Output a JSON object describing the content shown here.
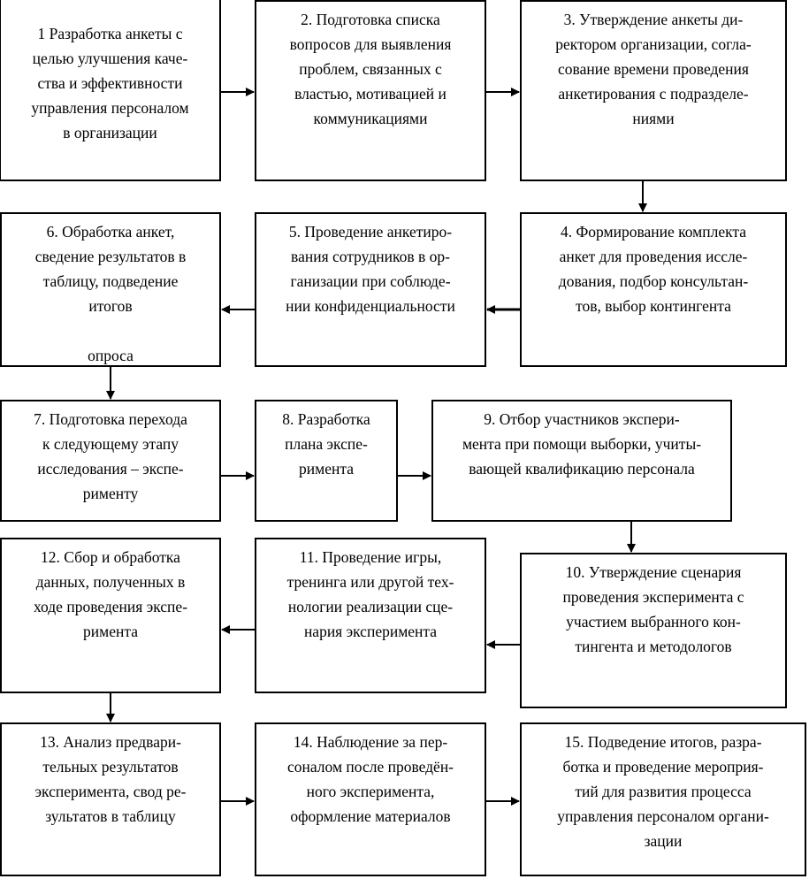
{
  "steps": [
    {
      "label": "1 Разработка анкеты с\nцелью улучшения каче-\nства и эффективности\nуправления персоналом\nв организации"
    },
    {
      "label": "2. Подготовка списка\nвопросов для выявления\nпроблем, связанных с\nвластью, мотивацией и\nкоммуникациями"
    },
    {
      "label": "3. Утверждение анкеты ди-\nректором организации, согла-\nсование времени проведения\nанкетирования с подразделе-\nниями"
    },
    {
      "label": "4. Формирование комплекта\nанкет для проведения иссле-\nдования, подбор консультан-\nтов, выбор контингента"
    },
    {
      "label": "5. Проведение анкетиро-\nвания сотрудников в ор-\nганизации при соблюде-\nнии конфиденциальности"
    },
    {
      "label": "6. Обработка анкет,\nсведение результатов в\nтаблицу, подведение\nитогов\n\nопроса"
    },
    {
      "label": "7. Подготовка перехода\nк следующему этапу\nисследования – экспе-\nрименту"
    },
    {
      "label": "8. Разработка\nплана экспе-\nримента"
    },
    {
      "label": "9. Отбор участников экспери-\nмента при помощи выборки, учиты-\nвающей квалификацию персонала"
    },
    {
      "label": "10. Утверждение сценария\nпроведения эксперимента с\nучастием выбранного кон-\nтингента и методологов"
    },
    {
      "label": "11. Проведение игры,\nтренинга или другой тех-\nнологии реализации сце-\nнария эксперимента"
    },
    {
      "label": "12. Сбор и обработка\nданных, полученных в\nходе проведения экспе-\nримента"
    },
    {
      "label": "13. Анализ предвари-\nтельных результатов\nэксперимента, свод ре-\nзультатов в таблицу"
    },
    {
      "label": "14. Наблюдение за пер-\nсоналом после проведён-\nного эксперимента,\nоформление материалов"
    },
    {
      "label": "15. Подведение итогов, разра-\nботка и проведение мероприя-\nтий для развития процесса\nуправления персоналом органи-\nзации"
    }
  ]
}
